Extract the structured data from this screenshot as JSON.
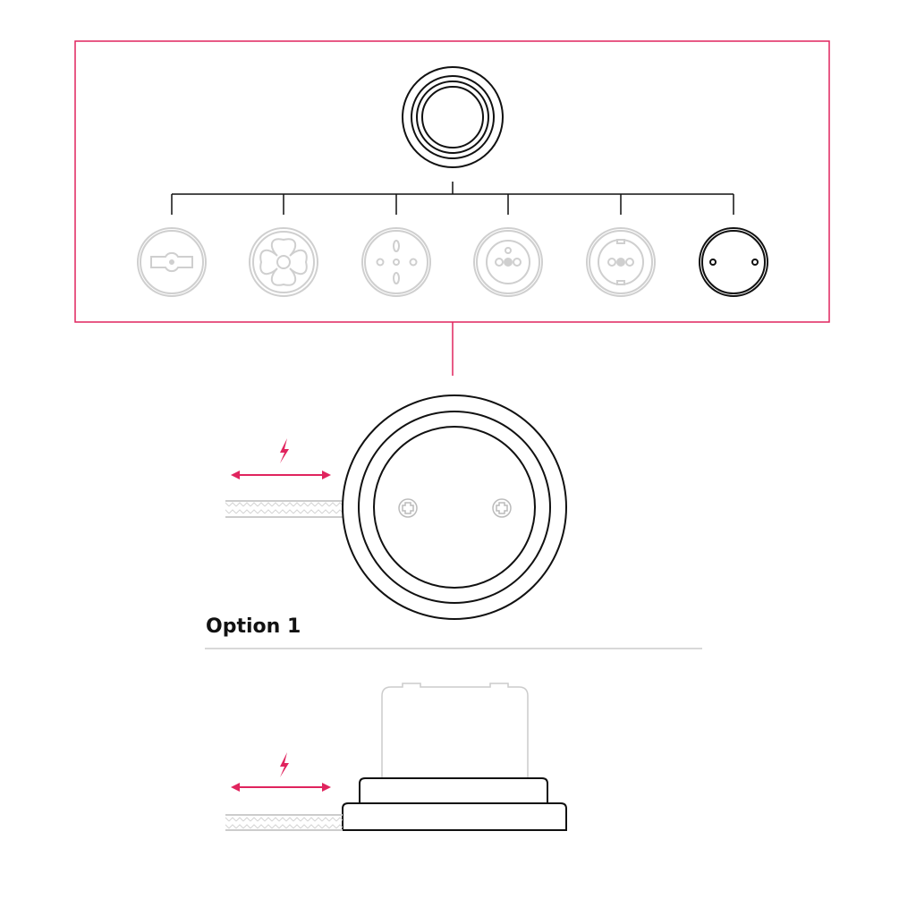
{
  "option_label": "Option 1",
  "colors": {
    "accent": "#e0245e",
    "line": "#111111",
    "muted": "#cccccc"
  },
  "variants": [
    "rotary-switch",
    "flower-switch",
    "round-socket-type-b",
    "french-socket",
    "schuko-socket",
    "blank-cover"
  ],
  "selected_variant": "blank-cover"
}
